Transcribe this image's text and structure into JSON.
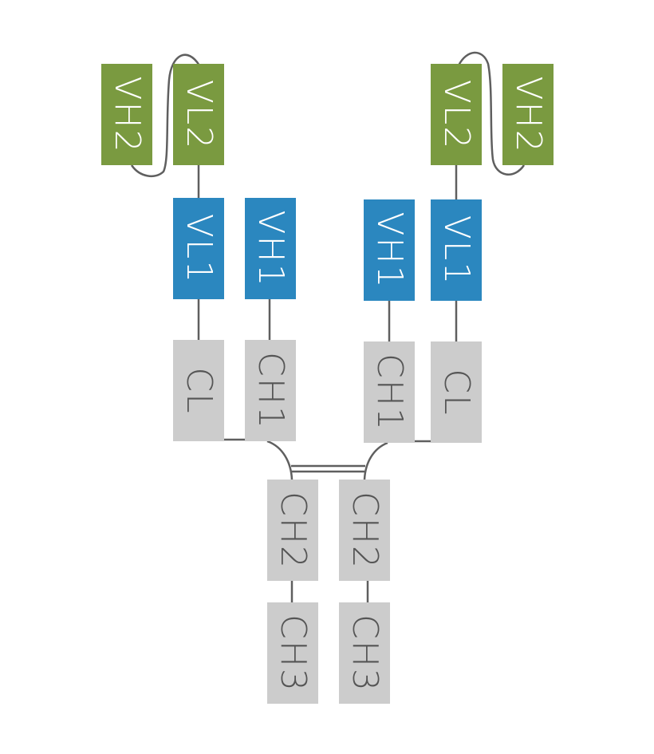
{
  "diagram": {
    "colors": {
      "variable_secondary": "#7a9a40",
      "variable_primary": "#2b87bf",
      "constant": "#cccccc",
      "connector": "#5f5f5f",
      "constant_text": "#555555",
      "variable_text": "#ffffff"
    },
    "left_arm": {
      "vh2": "VH2",
      "vl2": "VL2",
      "vl1": "VL1",
      "vh1": "VH1",
      "cl": "CL",
      "ch1": "CH1"
    },
    "right_arm": {
      "vl2": "VL2",
      "vh2": "VH2",
      "vh1": "VH1",
      "vl1": "VL1",
      "ch1": "CH1",
      "cl": "CL"
    },
    "fc": {
      "left_ch2": "CH2",
      "right_ch2": "CH2",
      "left_ch3": "CH3",
      "right_ch3": "CH3"
    }
  }
}
